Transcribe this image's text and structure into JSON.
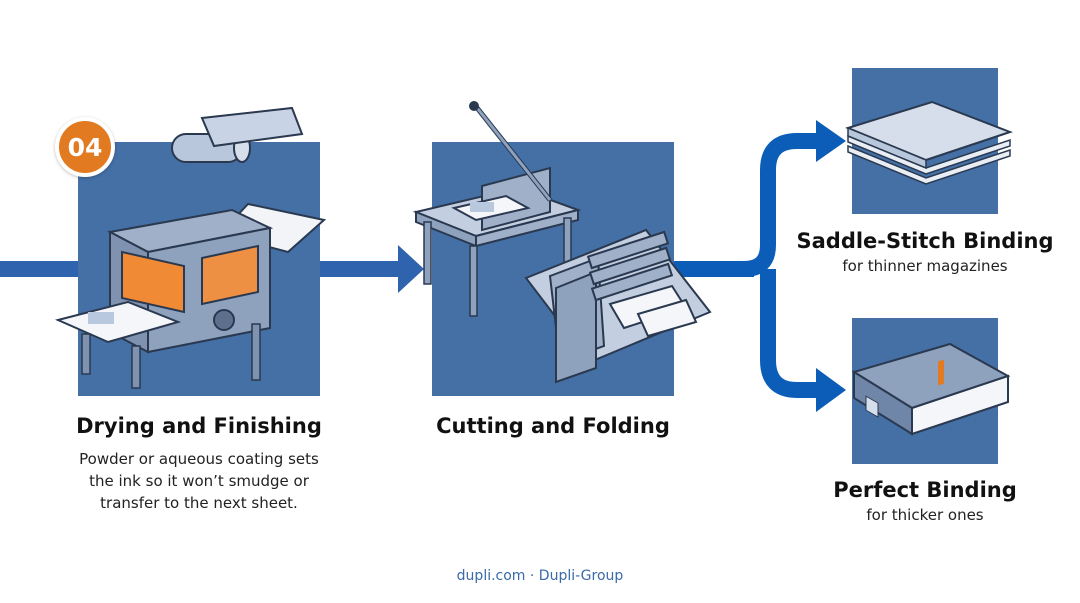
{
  "step": {
    "number": "04"
  },
  "stages": [
    {
      "title": "Drying and Finishing",
      "description": "Powder or aqueous coating sets the ink so it won’t smudge or transfer to the next sheet."
    },
    {
      "title": "Cutting and Folding"
    }
  ],
  "branches": [
    {
      "title": "Saddle-Stitch Binding",
      "subtitle": "for thinner magazines"
    },
    {
      "title": "Perfect Binding",
      "subtitle": "for thicker ones"
    }
  ],
  "footer": {
    "text": "dupli.com · Dupli-Group"
  },
  "colors": {
    "panel": "#4470a6",
    "arrow": "#2f63ad",
    "badge": "#e27a22",
    "connector": "#0b5db8"
  },
  "icons": [
    "drying-machine-icon",
    "cutting-folding-machine-icon",
    "saddle-stitch-magazine-icon",
    "perfect-bound-book-icon"
  ]
}
